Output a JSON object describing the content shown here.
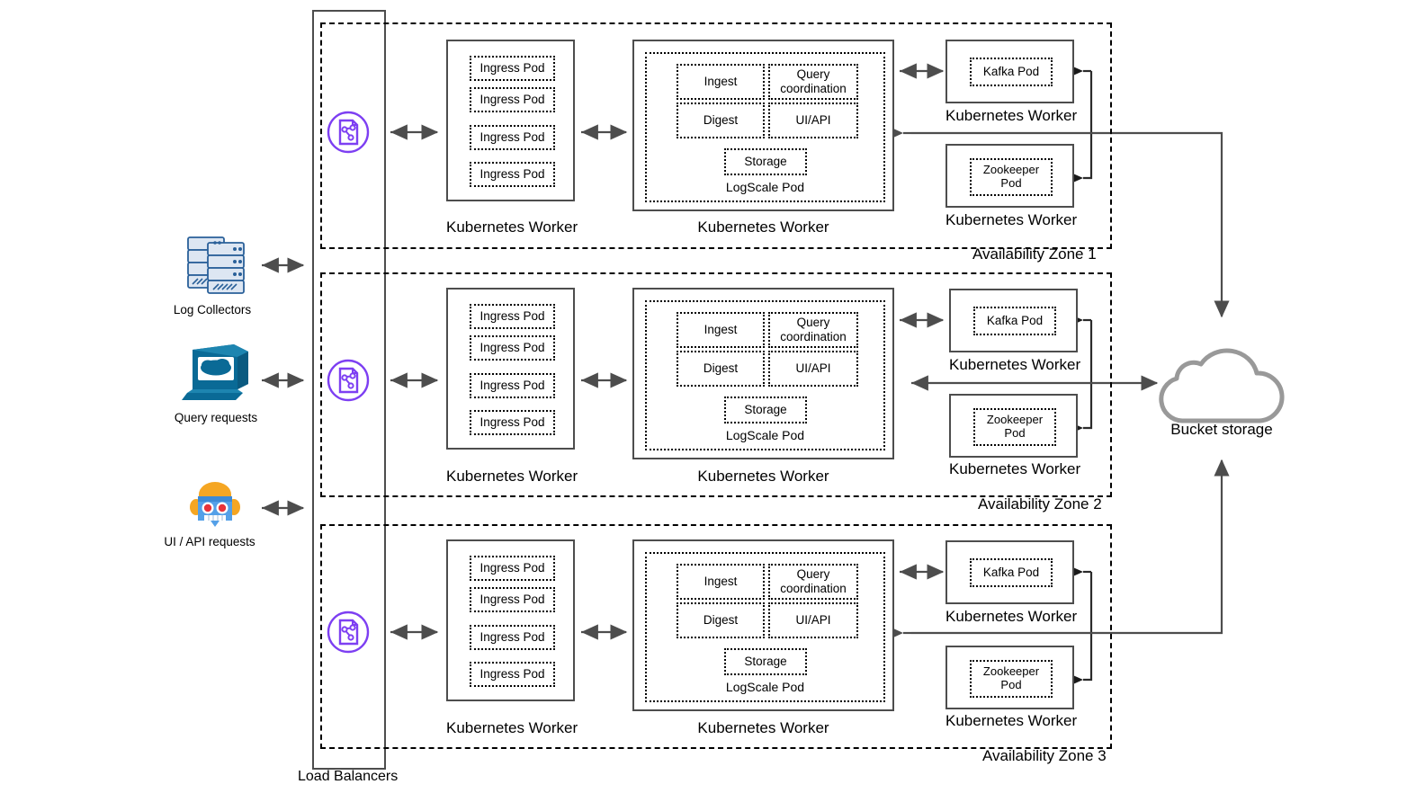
{
  "diagram": {
    "title": "LogScale Kubernetes multi-availability-zone architecture",
    "colors": {
      "outline": "#4d4d4d",
      "dash": "#000000",
      "arrow": "#4d4d4d",
      "lb_icon": "#7d3ff2",
      "server_icon": "#2a6099",
      "server_icon_fill": "#dde6f2",
      "monitor_icon": "#0a6a96",
      "robot_blue": "#54a0e8",
      "robot_orange": "#f5a623",
      "robot_red": "#e8333a",
      "cloud": "#999999"
    }
  },
  "sources": [
    {
      "id": "log-collectors",
      "label": "Log Collectors",
      "icon": "server-stack-icon"
    },
    {
      "id": "query-requests",
      "label": "Query requests",
      "icon": "monitor-cloud-icon"
    },
    {
      "id": "ui-api-requests",
      "label": "UI / API requests",
      "icon": "robot-icon"
    }
  ],
  "load_balancers": {
    "label": "Load Balancers",
    "icon": "load-balancer-icon"
  },
  "bucket_storage": {
    "label": "Bucket storage",
    "icon": "cloud-icon"
  },
  "labels": {
    "kubernetes_worker": "Kubernetes Worker",
    "ingress_pod": "Ingress Pod",
    "logscale_pod": "LogScale Pod",
    "ingest": "Ingest",
    "query_coordination": "Query coordination",
    "digest": "Digest",
    "ui_api": "UI/API",
    "storage": "Storage",
    "kafka_pod": "Kafka Pod",
    "zookeeper_pod": "Zookeeper Pod"
  },
  "zones": [
    {
      "id": "az1",
      "label": "Availability Zone 1",
      "ingress_pod_count": 4
    },
    {
      "id": "az2",
      "label": "Availability Zone 2",
      "ingress_pod_count": 4
    },
    {
      "id": "az3",
      "label": "Availability Zone 3",
      "ingress_pod_count": 4
    }
  ]
}
